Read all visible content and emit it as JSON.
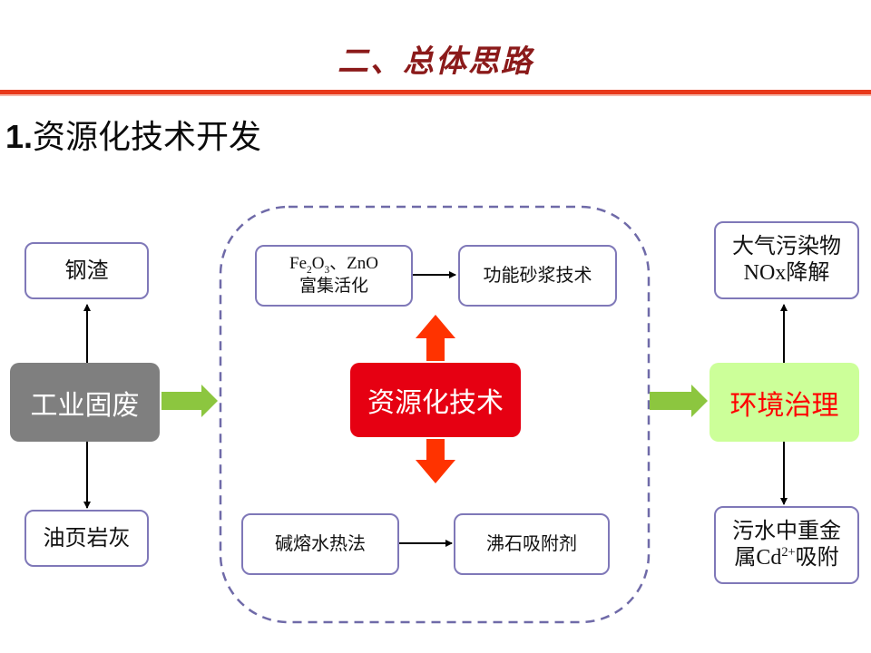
{
  "slide": {
    "title": "二、总体思路",
    "subtitle_num": "1.",
    "subtitle_text": "资源化技术开发"
  },
  "diagram": {
    "left": {
      "top": "钢渣",
      "center": "工业固废",
      "bottom": "油页岩灰"
    },
    "middle": {
      "center": "资源化技术",
      "top_left_line1_fe": "Fe",
      "top_left_sub1": "2",
      "top_left_o": "O",
      "top_left_sub2": "3",
      "top_left_rest": "、ZnO",
      "top_left_line2": "富集活化",
      "top_right": "功能砂浆技术",
      "bottom_left": "碱熔水热法",
      "bottom_right": "沸石吸附剂"
    },
    "right": {
      "center": "环境治理",
      "top_line1": "大气污染物",
      "top_line2": "NOx降解",
      "bottom_line1": "污水中重金",
      "bottom_line2_a": "属Cd",
      "bottom_line2_sup": "2+",
      "bottom_line2_b": "吸附"
    }
  },
  "colors": {
    "title": "#8b1a1a",
    "rule": "#e8391b",
    "box_border": "#7f78b8",
    "industrial_waste_fill": "#7f7f7f",
    "resource_tech_fill": "#e60012",
    "env_governance_fill": "#ccff99",
    "env_governance_text": "#ff0000",
    "green_arrow": "#8cc63f",
    "red_arrow": "#ff3300",
    "dashed_region": "#6f6aa8"
  }
}
